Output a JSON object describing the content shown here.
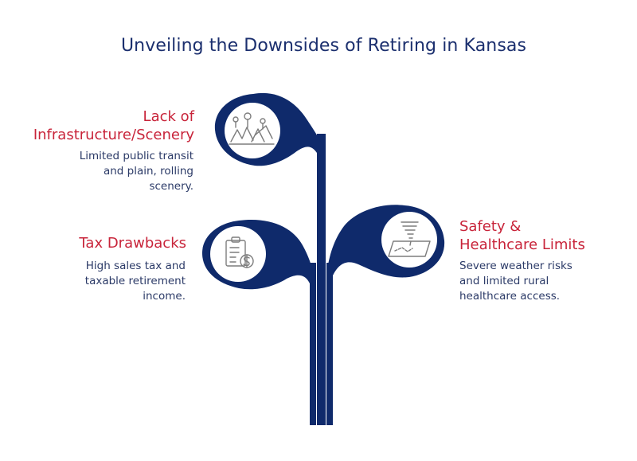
{
  "title": "Unveiling the Downsides of Retiring in Kansas",
  "items": [
    {
      "heading_line1": "Lack of",
      "heading_line2": "Infrastructure/Scenery",
      "desc_line1": "Limited public transit",
      "desc_line2": "and plain, rolling",
      "desc_line3": "scenery.",
      "icon": "landscape-icon"
    },
    {
      "heading_line1": "Tax Drawbacks",
      "desc_line1": "High sales tax and",
      "desc_line2": "taxable retirement",
      "desc_line3": "income.",
      "icon": "tax-document-icon"
    },
    {
      "heading_line1": "Safety &",
      "heading_line2": "Healthcare Limits",
      "desc_line1": "Severe weather risks",
      "desc_line2": "and limited rural",
      "desc_line3": "healthcare access.",
      "icon": "tornado-icon"
    }
  ],
  "colors": {
    "navy": "#0f2a6b",
    "heading_red": "#c8243a",
    "text_blue": "#2b3a67"
  }
}
